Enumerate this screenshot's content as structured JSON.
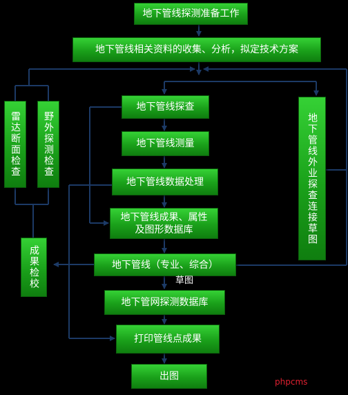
{
  "boxes": {
    "b1": "地下管线探测准备工作",
    "b2": "地下管线相关资料的收集、分析，拟定技术方案",
    "b3": "地下管线探查",
    "b4": "地下管线测量",
    "b5": "地下管线数据处理",
    "b6": "地下管线成果、属性及图形数据库",
    "b8": "地下管线（专业、综合）",
    "b9": "地下管网探测数据库",
    "b10": "打印管线点成果",
    "b11": "出图",
    "left1": "雷达断面检查",
    "left2": "野外探测检查",
    "left3": "成果检校",
    "right1": "地下管线外业探查连接草图"
  },
  "caption_b8": "草图",
  "watermark": "phpcms",
  "colors": {
    "box_top": "#35d135",
    "box_bottom": "#0f7e0f",
    "line": "#1c3a66",
    "background": "#000000"
  }
}
